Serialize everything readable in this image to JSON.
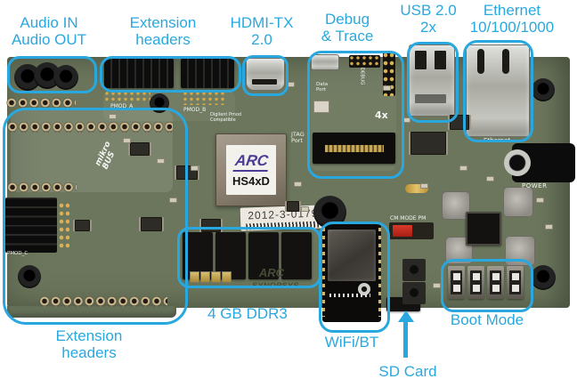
{
  "annotation_color": "#29A8DF",
  "callouts": {
    "audio": {
      "line1": "Audio IN",
      "line2": "Audio OUT"
    },
    "extension_top": {
      "line1": "Extension",
      "line2": "headers"
    },
    "hdmi": {
      "line1": "HDMI-TX",
      "line2": "2.0"
    },
    "debug": {
      "line1": "Debug",
      "line2": "& Trace"
    },
    "usb": {
      "line1": "USB 2.0",
      "line2": "2x"
    },
    "ethernet": {
      "line1": "Ethernet",
      "line2": "10/100/1000"
    },
    "ddr": {
      "label": "4 GB DDR3"
    },
    "extension_bottom": {
      "line1": "Extension",
      "line2": "headers"
    },
    "wifi": {
      "label": "WiFi/BT"
    },
    "sd_card": {
      "label": "SD Card"
    },
    "boot_mode": {
      "label": "Boot Mode"
    }
  },
  "board": {
    "cpu": {
      "logo": "ARC",
      "model": "HS4xD"
    },
    "serial_sticker": "2012-3-0179",
    "silkscreen": {
      "pmod_a": "PMOD_A",
      "pmod_b": "PMOD_B",
      "pmod_c": "PMOD_C",
      "digilent1": "Digilent Pmod",
      "digilent2": "Compatible",
      "mikrobus1": "mikro",
      "mikrobus2": "BUS",
      "jtag1": "JTAG",
      "jtag2": "Port",
      "debug": "DEBUG",
      "data1": "Data",
      "data2": "Port",
      "fourx": "4x",
      "ethernet": "Ethernet",
      "power": "POWER",
      "cm_mode": "CM MODE PM",
      "logo_arc": "ARC",
      "logo_synopsys": "SYNOPSYS"
    }
  }
}
